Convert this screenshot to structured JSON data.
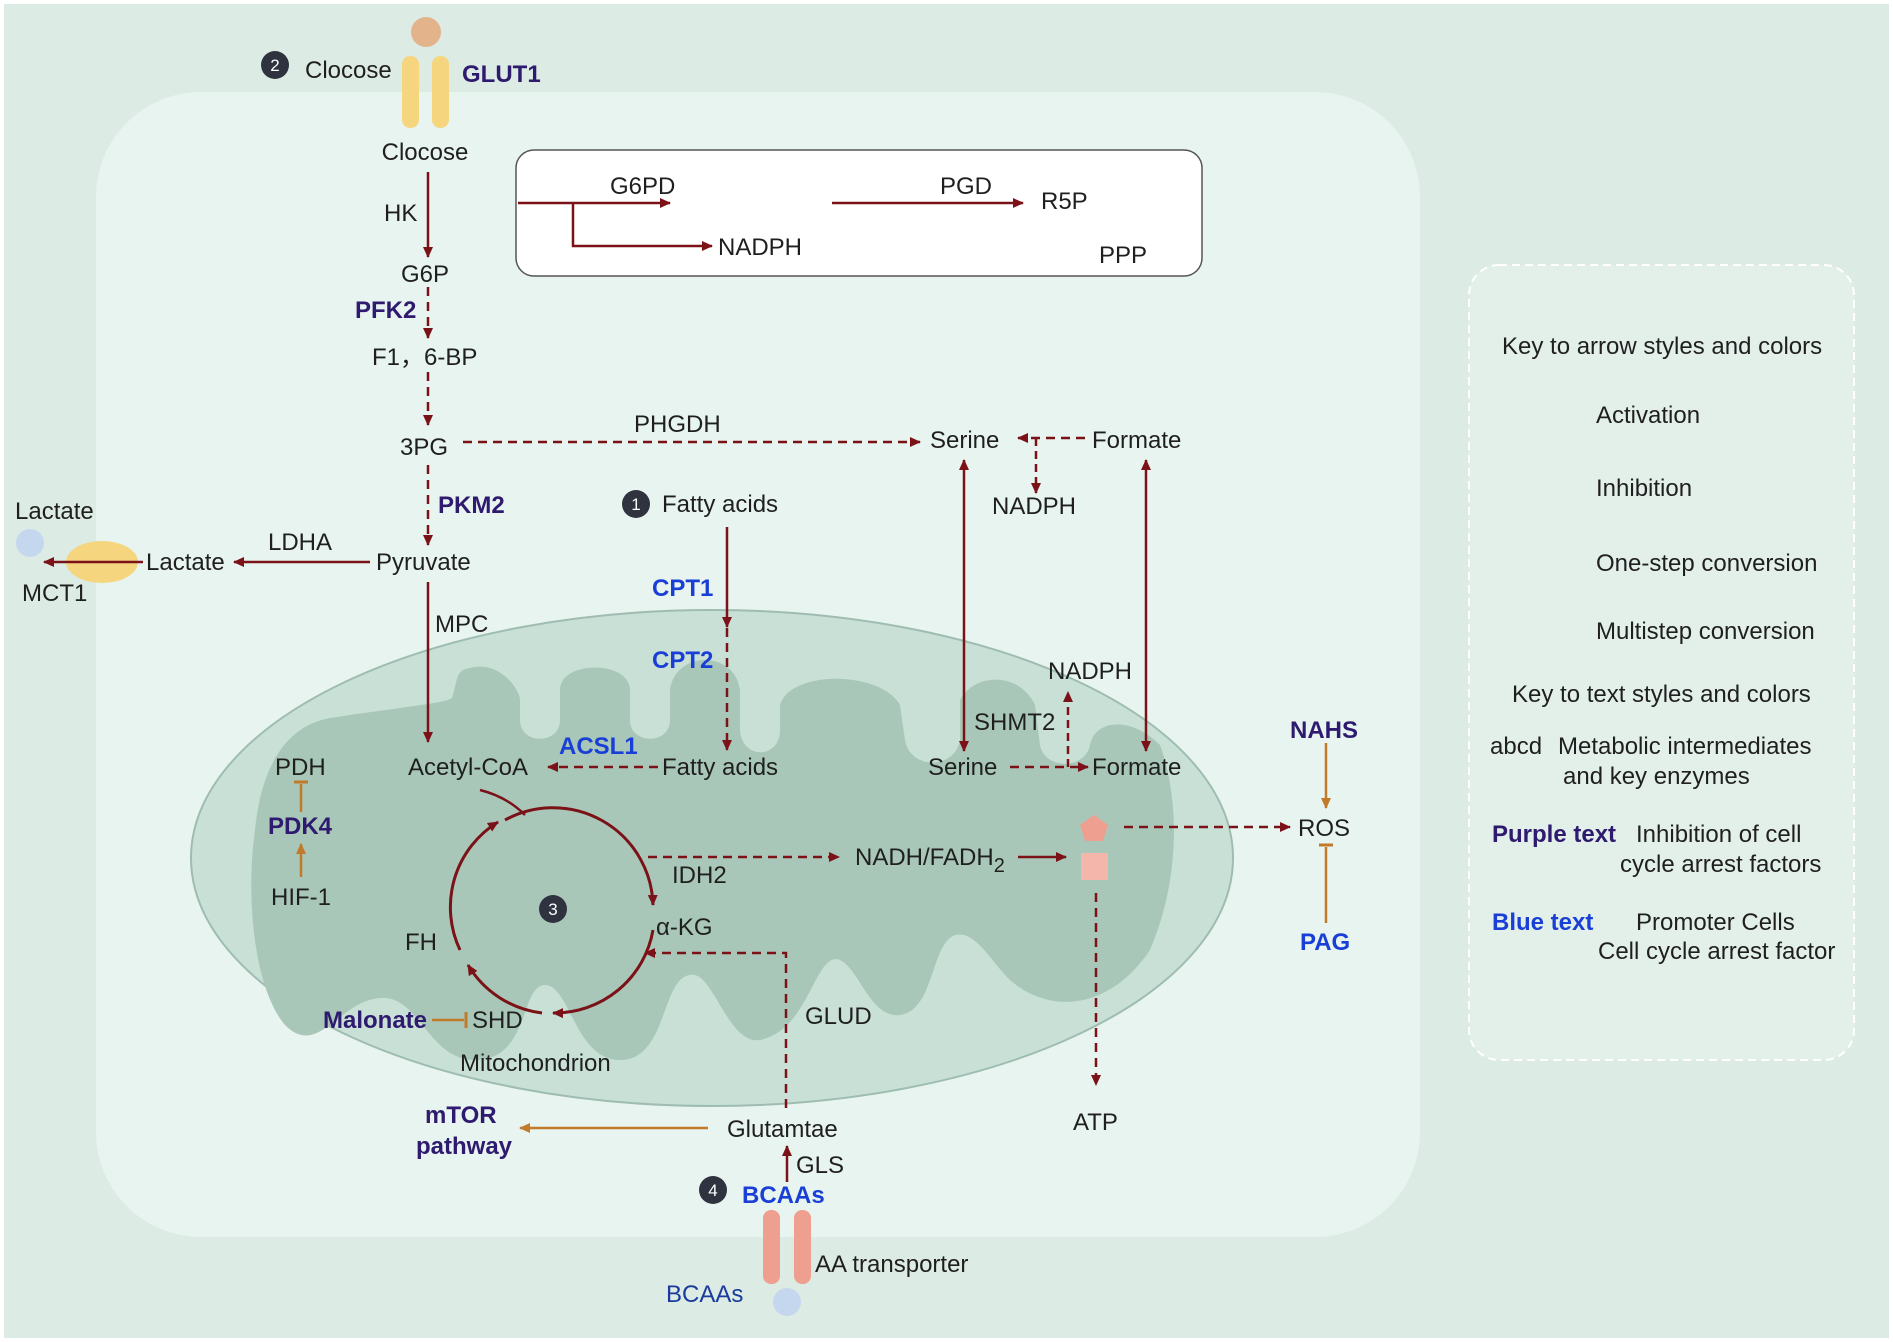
{
  "colors": {
    "conversion": "#7a1218",
    "activation": "#c07a2a",
    "purple_text": "#2e1a6e",
    "blue_text": "#1a3fd6",
    "background": "#dcebe3",
    "cell": "#e8f4ef",
    "mitochondrion_outer": "#c9e0d7",
    "mitochondrion_inner": "#a9c7b8"
  },
  "badges": {
    "one": "1",
    "two": "2",
    "three": "3",
    "four": "4"
  },
  "glucose": {
    "outside": "Clocose",
    "transporter": "GLUT1",
    "inside": "Clocose",
    "hk": "HK",
    "g6p": "G6P",
    "pfk2": "PFK2",
    "f16bp": "F1，6-BP",
    "pg3": "3PG",
    "pkm2": "PKM2",
    "pyruvate": "Pyruvate",
    "ldha": "LDHA",
    "lactate_in": "Lactate",
    "lactate_out": "Lactate",
    "mct1": "MCT1",
    "mpc": "MPC"
  },
  "ppp": {
    "g6pd": "G6PD",
    "pgd": "PGD",
    "r5p": "R5P",
    "nadph": "NADPH",
    "title": "PPP"
  },
  "serine": {
    "phgdh": "PHGDH",
    "serine": "Serine",
    "formate": "Formate",
    "nadph": "NADPH",
    "mito_serine": "Serine",
    "mito_formate": "Formate",
    "mito_nadph": "NADPH",
    "shmt2": "SHMT2"
  },
  "fatty": {
    "fatty_acids": "Fatty acids",
    "cpt1": "CPT1",
    "cpt2": "CPT2",
    "acsl1": "ACSL1",
    "mito_fatty_acids": "Fatty acids",
    "acetyl_coa": "Acetyl-CoA"
  },
  "tca": {
    "pdh": "PDH",
    "pdk4": "PDK4",
    "hif1": "HIF-1",
    "idh2": "IDH2",
    "akg": "α-KG",
    "fh": "FH",
    "shd": "SHD",
    "malonate": "Malonate",
    "mitochondrion": "Mitochondrion",
    "nadh": "NADH/FADH",
    "nadh_sub": "2",
    "glud": "GLUD"
  },
  "ros": {
    "nahs": "NAHS",
    "ros": "ROS",
    "pag": "PAG",
    "atp": "ATP"
  },
  "amino": {
    "glutamate": "Glutamtae",
    "mtor_1": "mTOR",
    "mtor_2": "pathway",
    "gls": "GLS",
    "bcaas_in": "BCAAs",
    "transporter": "AA transporter",
    "bcaas_out": "BCAAs"
  },
  "legend": {
    "title_arrows": "Key to arrow styles and colors",
    "activation": "Activation",
    "inhibition": "Inhibition",
    "one_step": "One-step conversion",
    "multistep": "Multistep conversion",
    "title_text": "Key to text styles and colors",
    "abcd": "abcd",
    "abcd_desc_1": "Metabolic intermediates",
    "abcd_desc_2": "and key enzymes",
    "purple_label": "Purple text",
    "purple_desc_1": "Inhibition of cell",
    "purple_desc_2": "cycle arrest factors",
    "blue_label": "Blue text",
    "blue_desc_1": "Promoter Cells",
    "blue_desc_2": "Cell cycle arrest factor"
  }
}
